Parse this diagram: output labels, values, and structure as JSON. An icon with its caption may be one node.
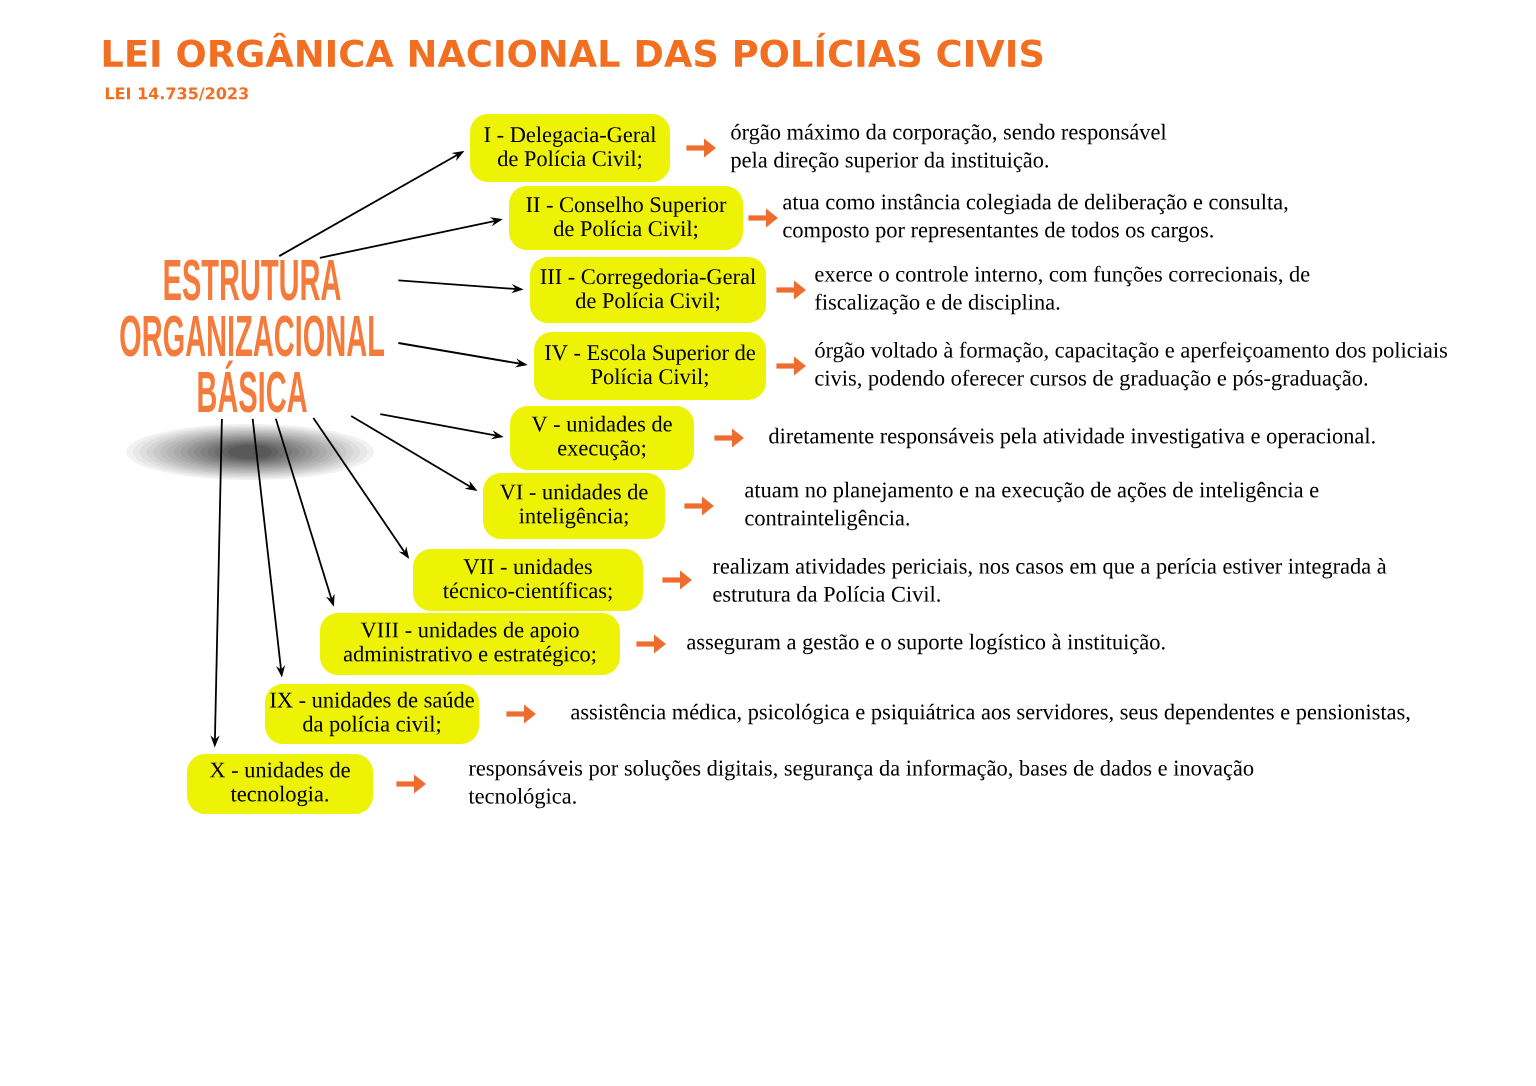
{
  "diagram": {
    "title": "LEI ORGÂNICA NACIONAL DAS POLÍCIAS CIVIS",
    "nodes": [
      {
        "text": [
          "ESTRUTURA ORGANIZACIONAL BÁSICA"
        ]
      },
      {
        "text": [
          "I - Delegacia-Geral de Polícia Civil;"
        ]
      },
      {
        "text": [
          "II - Conselho Superior de Polícia Civil;"
        ]
      },
      {
        "text": [
          "III - Corregedoria-Geral de Polícia Civil;"
        ]
      },
      {
        "text": [
          "IV - Escola Superior de Polícia Civil;"
        ]
      },
      {
        "text": [
          "V - unidades de execução;"
        ]
      },
      {
        "text": [
          "VI - unidades de inteligência;"
        ]
      },
      {
        "text": [
          "VII - unidades técnico-científicas;"
        ]
      },
      {
        "text": [
          "VIII - unidades de apoio administrativo e estratégico;"
        ]
      },
      {
        "text": [
          "IX - unidades de saúde da polícia civil;"
        ]
      },
      {
        "text": [
          "X - unidades de tecnologia."
        ]
      },
      {
        "text": [
          "órgão máximo da corporação, sendo responsável pela direção superior da instituição."
        ]
      },
      {
        "text": [
          "atua como instância colegiada de deliberação e consulta, composto por representantes de todos os cargos."
        ]
      },
      {
        "text": [
          "exerce o controle interno, com funções correcionais, de fiscalização e de disciplina."
        ]
      },
      {
        "text": [
          "órgão voltado à formação, capacitação e aperfeiçoamento dos policiais civis, podendo oferecer cursos de graduação e pós-graduação."
        ]
      },
      {
        "text": [
          "diretamente responsáveis pela atividade investigativa e operacional."
        ]
      },
      {
        "text": [
          "atuam no planejamento e na execução de ações de inteligência e contrainteligência."
        ]
      },
      {
        "text": [
          "realizam atividades periciais, nos casos em que a perícia estiver integrada à estrutura da Polícia Civil."
        ]
      },
      {
        "text": [
          "asseguram a gestão e o suporte logístico à instituição."
        ]
      },
      {
        "text": [
          "assistência médica, psicológica e psiquiátrica aos servidores, seus dependentes e pensionistas,"
        ]
      },
      {
        "text": [
          "responsáveis por soluções digitais, segurança da informação, bases de dados e inovação tecnológica."
        ]
      }
    ],
    "edges": [
      {
        "from": 0,
        "to": 1,
        "arrow": "to"
      },
      {
        "from": 0,
        "to": 2,
        "arrow": "to"
      },
      {
        "from": 0,
        "to": 3,
        "arrow": "to"
      },
      {
        "from": 0,
        "to": 4,
        "arrow": "to"
      },
      {
        "from": 0,
        "to": 5,
        "arrow": "to"
      },
      {
        "from": 0,
        "to": 6,
        "arrow": "to"
      },
      {
        "from": 0,
        "to": 7,
        "arrow": "to"
      },
      {
        "from": 0,
        "to": 8,
        "arrow": "to"
      },
      {
        "from": 0,
        "to": 9,
        "arrow": "to"
      },
      {
        "from": 0,
        "to": 10,
        "arrow": "to"
      },
      {
        "from": 1,
        "to": 11,
        "arrow": "to",
        "style": "thick",
        "color": "#ef6c2f"
      },
      {
        "from": 2,
        "to": 12,
        "arrow": "to",
        "style": "thick",
        "color": "#ef6c2f"
      },
      {
        "from": 3,
        "to": 13,
        "arrow": "to",
        "style": "thick",
        "color": "#ef6c2f"
      },
      {
        "from": 4,
        "to": 14,
        "arrow": "to",
        "style": "thick",
        "color": "#ef6c2f"
      },
      {
        "from": 5,
        "to": 15,
        "arrow": "to",
        "style": "thick",
        "color": "#ef6c2f"
      },
      {
        "from": 6,
        "to": 16,
        "arrow": "to",
        "style": "thick",
        "color": "#ef6c2f"
      },
      {
        "from": 7,
        "to": 17,
        "arrow": "to",
        "style": "thick",
        "color": "#ef6c2f"
      },
      {
        "from": 8,
        "to": 18,
        "arrow": "to",
        "style": "thick",
        "color": "#ef6c2f"
      },
      {
        "from": 9,
        "to": 19,
        "arrow": "to",
        "style": "thick",
        "color": "#ef6c2f"
      },
      {
        "from": 10,
        "to": 20,
        "arrow": "to",
        "style": "thick",
        "color": "#ef6c2f"
      }
    ],
    "labels": [
      "LEI 14.735/2023"
    ]
  }
}
